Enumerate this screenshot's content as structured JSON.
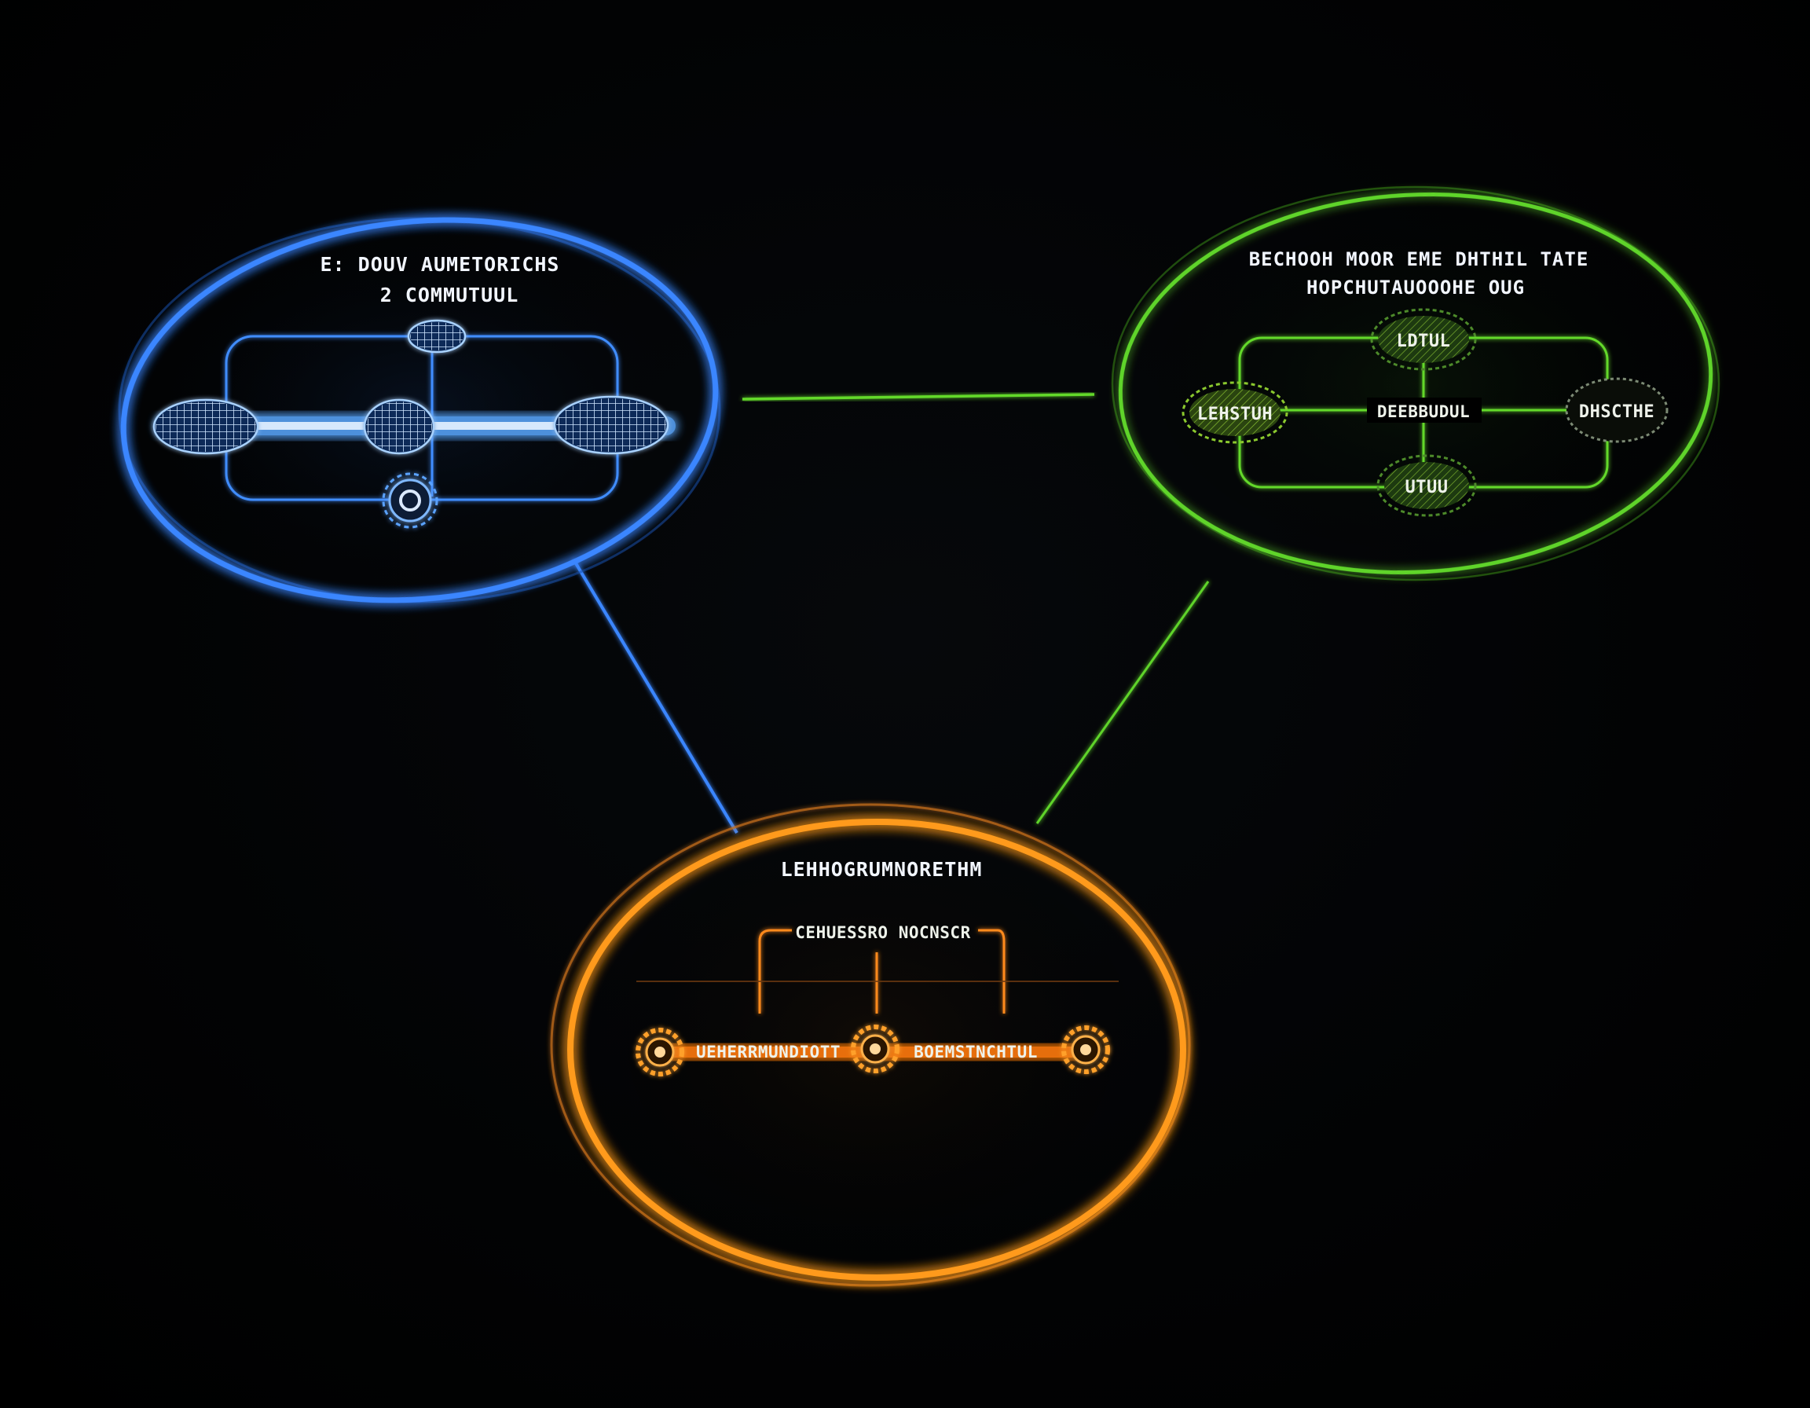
{
  "colors": {
    "background": "#000000",
    "blue": "#2f7dff",
    "green": "#5fd42a",
    "orange": "#ff9a1f",
    "text": "#f2f6ff"
  },
  "panels": {
    "blue": {
      "title_line1": "E: DOUV AUMETORICHS",
      "title_line2": "2 COMMUTUUL",
      "node_icons": [
        "mesh-sphere-icon",
        "mesh-sphere-icon",
        "mesh-sphere-icon",
        "mesh-sphere-icon",
        "gear-icon"
      ]
    },
    "green": {
      "title_line1": "BECHOOH MOOR EME DHTHIL TATE",
      "title_line2": "HOPCHUTAUOOOHE OUG",
      "nodes": {
        "top": "LDTUL",
        "left": "LEHSTUH",
        "center": "DEEBBUDUL",
        "right": "DHSCTHE",
        "bottom": "UTUU"
      },
      "node_icons": [
        "gear-icon",
        "gear-icon",
        "gear-icon",
        "gear-icon"
      ]
    },
    "orange": {
      "title": "LEHHOGRUMNORETHM",
      "subtitle": "CEHUESSRO NOCNSCR",
      "stage_left_label": "UEHERRMUNDIOTT",
      "stage_right_label": "BOEMSTNCHTUL",
      "node_icons": [
        "gear-icon",
        "gear-icon",
        "gear-icon"
      ]
    }
  }
}
